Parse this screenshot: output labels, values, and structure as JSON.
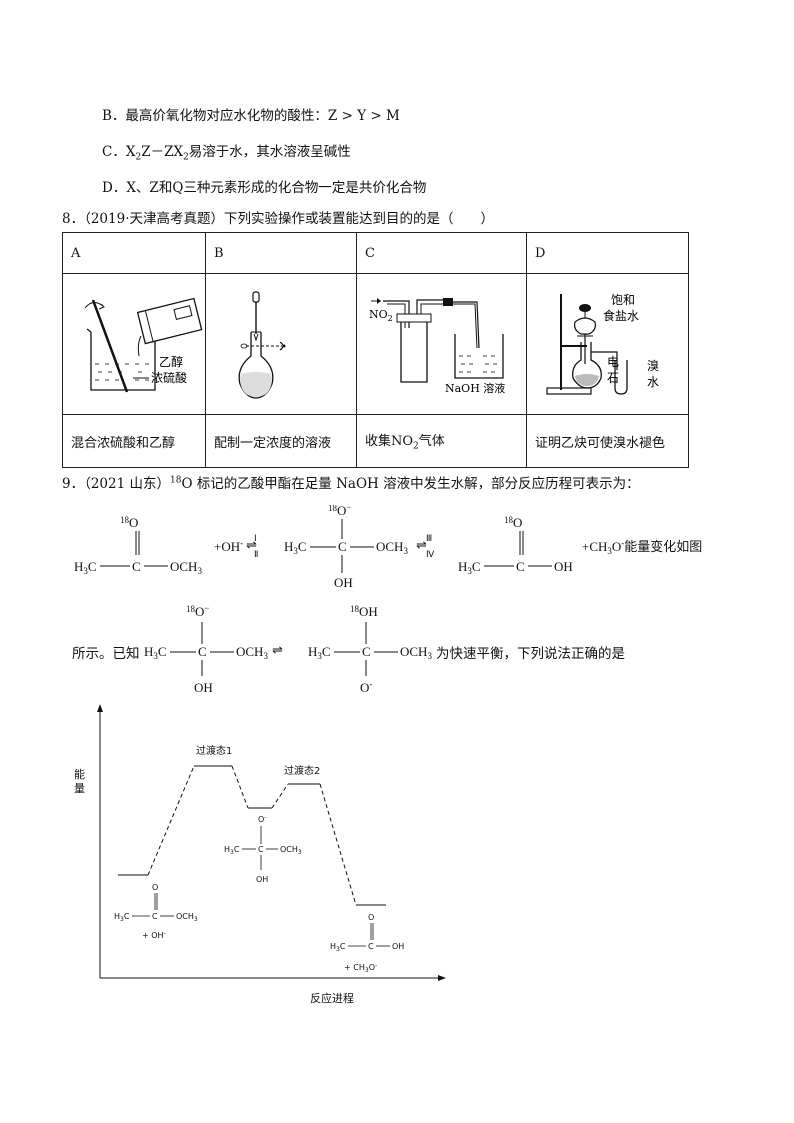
{
  "q7": {
    "option_b": "B．最高价氧化物对应水化物的酸性：Z > Y > M",
    "option_c_pre": "C．X",
    "option_c_mid1": "Z－ZX",
    "option_c_post": "易溶于水，其水溶液呈碱性",
    "option_c_sub1": "2",
    "option_c_sub2": "2",
    "option_d": "D．X、Z和Q三种元素形成的化合物一定是共价化合物"
  },
  "q8": {
    "stem": "8．（2019·天津高考真题）下列实验操作或装置能达到目的的是（　　）",
    "headers": [
      "A",
      "B",
      "C",
      "D"
    ],
    "captions": [
      "混合浓硫酸和乙醇",
      "配制一定浓度的溶液",
      "收集NO",
      "证明乙炔可使溴水褪色"
    ],
    "caption_c_sub": "2",
    "caption_c_post": "气体",
    "labels": {
      "a_ethanol": "乙醇",
      "a_acid": "浓硫酸",
      "c_no2": "NO",
      "c_no2_sub": "2",
      "c_naoh": "NaOH 溶液",
      "d_brine1": "饱和",
      "d_brine2": "食盐水",
      "d_carbide1": "电",
      "d_carbide2": "石",
      "d_bromine1": "溴",
      "d_bromine2": "水"
    }
  },
  "q9": {
    "stem_pre": "9．（2021 山东）",
    "stem_sup": "18",
    "stem_post": "O 标记的乙酸甲酯在足量 NaOH 溶液中发生水解，部分反应历程可表示为：",
    "plus_oh": "+OH",
    "plus_ch3o": "+CH",
    "after_eq": "能量变化如图",
    "line2_pre": "所示。已知",
    "line2_post": "为快速平衡，下列说法正确的是",
    "arrow_label1": "Ⅰ",
    "arrow_label2": "Ⅱ",
    "arrow_label3": "Ⅲ",
    "arrow_label4": "Ⅳ"
  },
  "diagram": {
    "y_label_1": "能",
    "y_label_2": "量",
    "x_label": "反应进程",
    "ts1": "过渡态1",
    "ts2": "过渡态2"
  }
}
